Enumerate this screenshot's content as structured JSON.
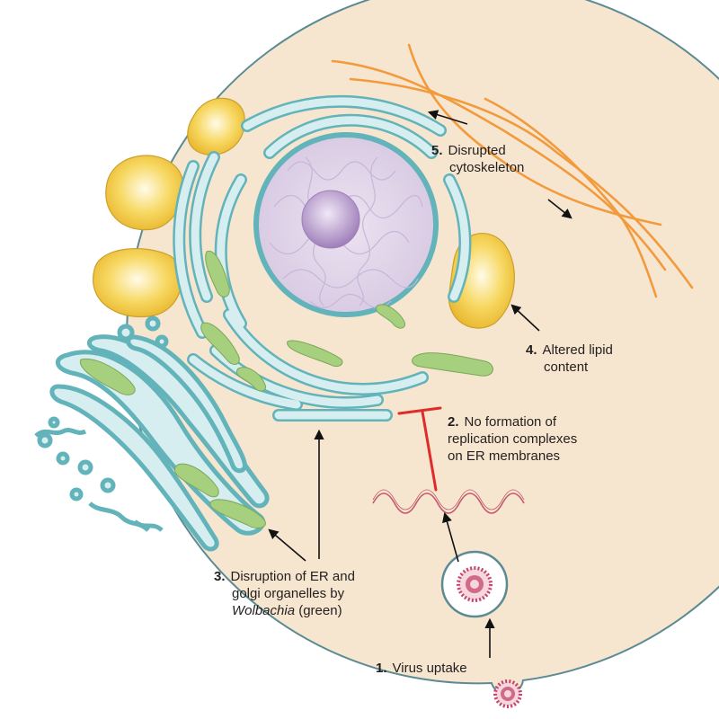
{
  "labels": {
    "step1": {
      "num": "1.",
      "text": "Virus uptake"
    },
    "step2": {
      "num": "2.",
      "line1": "No formation of",
      "line2": "replication complexes",
      "line3": "on ER membranes"
    },
    "step3": {
      "num": "3.",
      "line1": "Disruption of ER and",
      "line2": "golgi organelles by",
      "italic": "Wolbachia",
      "rest": " (green)"
    },
    "step4": {
      "num": "4.",
      "line1": "Altered lipid",
      "line2": "content"
    },
    "step5": {
      "num": "5.",
      "line1": "Disrupted",
      "line2": "cytoskeleton"
    }
  },
  "colors": {
    "cytoplasm": "#f7e6cf",
    "membrane": "#5b8a95",
    "er_fill": "#d7eef0",
    "er_stroke": "#62b3ba",
    "wolbachia": "#a6cf7e",
    "nucleus": "#e4d9ea",
    "nucleolus": "#a98bc2",
    "chromatin": "#c9b5d8",
    "lipid": "#f3c63d",
    "cytoskeleton": "#f39a3c",
    "inhibit": "#e02b2b",
    "rna": "#c3576d",
    "virus": "#c2476b"
  }
}
